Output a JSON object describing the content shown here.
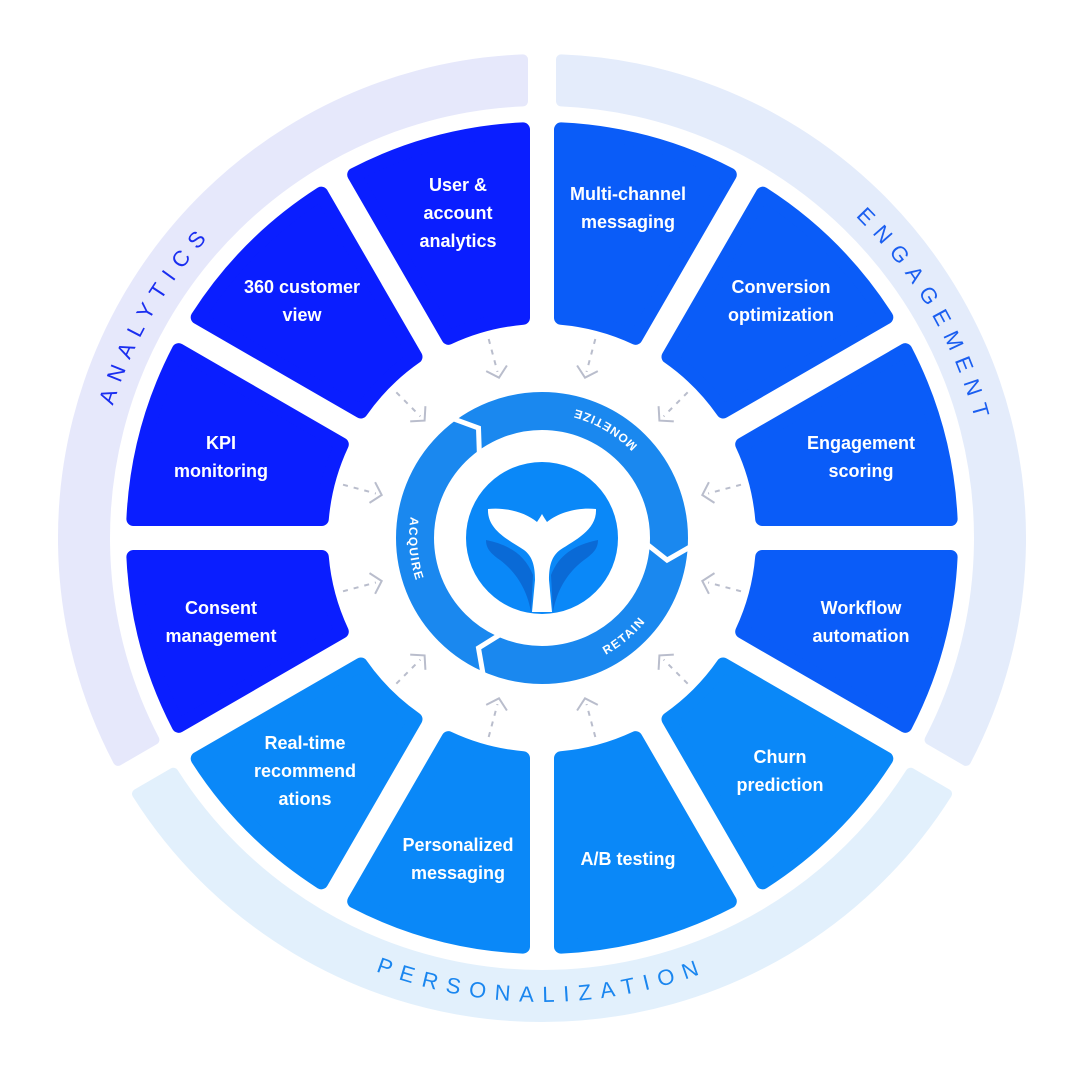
{
  "groups": [
    {
      "id": "engagement",
      "label": "ENGAGEMENT",
      "ring_color": "#e4ecfb",
      "text_color": "#1a5ef0",
      "segment_color": "#0a5cf8"
    },
    {
      "id": "personalization",
      "label": "PERSONALIZATION",
      "ring_color": "#e2f0fc",
      "text_color": "#1a86ef",
      "segment_color": "#0a88f8"
    },
    {
      "id": "analytics",
      "label": "ANALYTICS",
      "ring_color": "#e6e8fb",
      "text_color": "#1a2ef0",
      "segment_color": "#0a1eff"
    }
  ],
  "segments": [
    {
      "label": "Multi-channel\nmessaging",
      "group": "engagement"
    },
    {
      "label": "Conversion\noptimization",
      "group": "engagement"
    },
    {
      "label": "Engagement\nscoring",
      "group": "engagement"
    },
    {
      "label": "Workflow\nautomation",
      "group": "engagement"
    },
    {
      "label": "Churn\nprediction",
      "group": "personalization"
    },
    {
      "label": "A/B testing",
      "group": "personalization"
    },
    {
      "label": "Personalized\nmessaging",
      "group": "personalization"
    },
    {
      "label": "Real-time\nrecommend\nations",
      "group": "personalization"
    },
    {
      "label": "Consent\nmanagement",
      "group": "analytics"
    },
    {
      "label": "KPI\nmonitoring",
      "group": "analytics"
    },
    {
      "label": "360 customer\nview",
      "group": "analytics"
    },
    {
      "label": "User &\naccount\nanalytics",
      "group": "analytics"
    }
  ],
  "cycle": {
    "stages": [
      "MONETIZE",
      "RETAIN",
      "ACQUIRE"
    ],
    "ring_color": "#1a88ef",
    "core_color": "#0a88f8",
    "logo": "whale-tail-icon"
  },
  "connector_color": "#b9bdcc"
}
